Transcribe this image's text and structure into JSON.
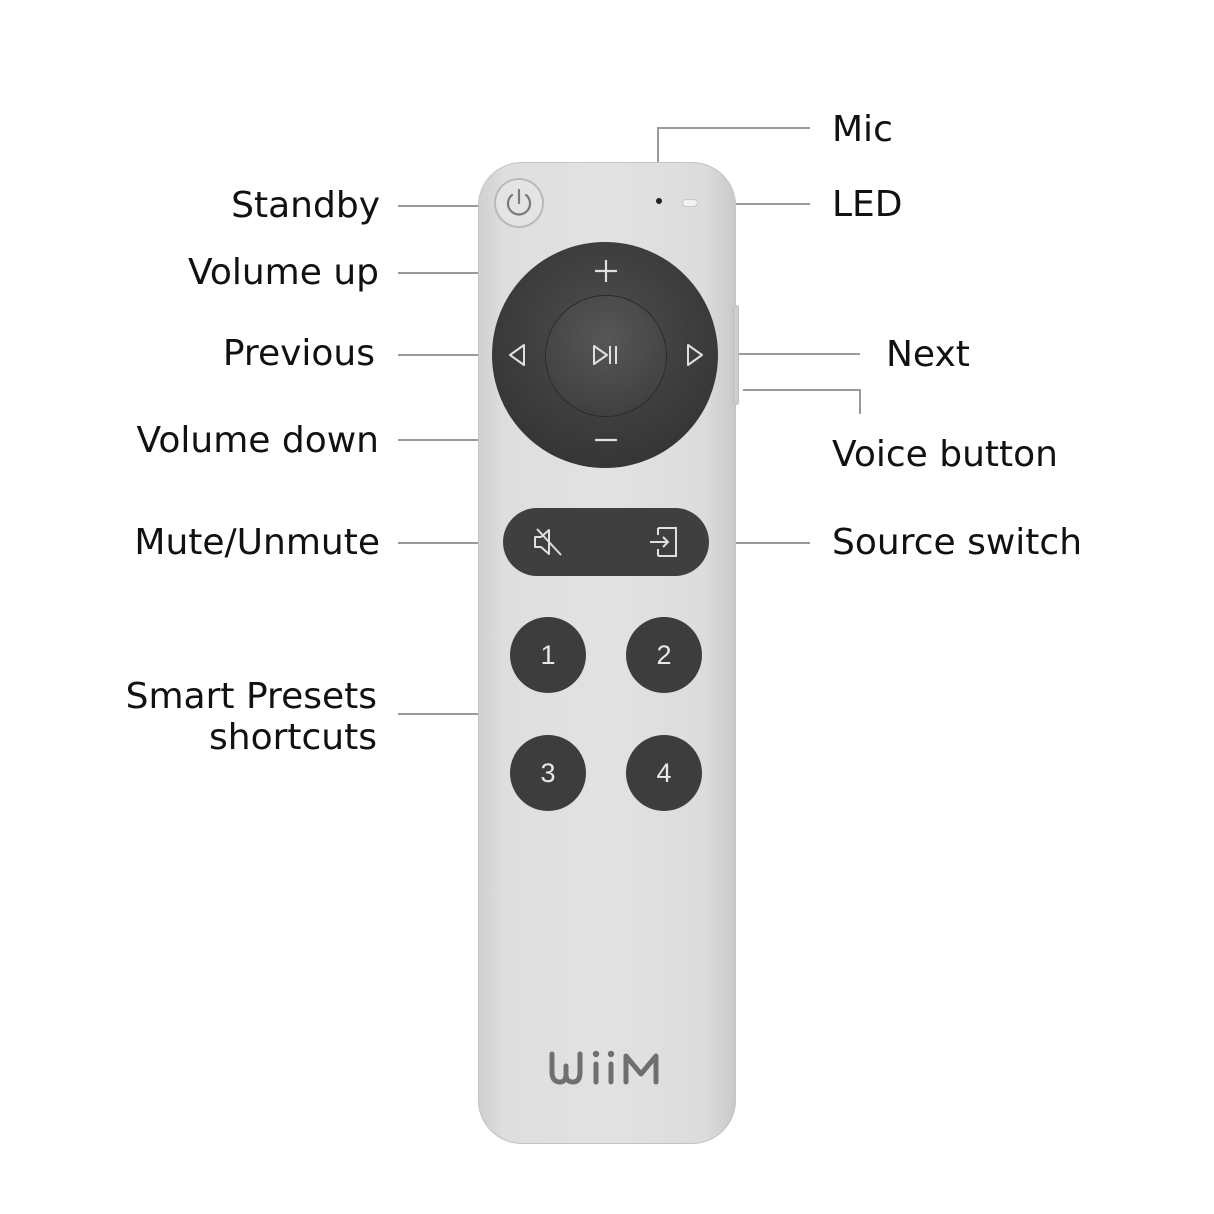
{
  "labels": {
    "mic": "Mic",
    "standby": "Standby",
    "led": "LED",
    "volume_up": "Volume up",
    "previous": "Previous",
    "next": "Next",
    "volume_down": "Volume down",
    "voice_button": "Voice button",
    "mute_unmute": "Mute/Unmute",
    "source_switch": "Source switch",
    "smart_presets_line1": "Smart Presets",
    "smart_presets_line2": "shortcuts"
  },
  "presets": [
    "1",
    "2",
    "3",
    "4"
  ],
  "brand_logo_text": "WiiM",
  "colors": {
    "remote_body": "#e0e0e0",
    "buttons": "#3f3f3f",
    "leader_lines": "#9a9a9a",
    "text": "#111111"
  },
  "icons": [
    "power-icon",
    "plus-icon",
    "minus-icon",
    "chevron-left-icon",
    "chevron-right-icon",
    "play-pause-icon",
    "mute-icon",
    "source-input-icon"
  ]
}
